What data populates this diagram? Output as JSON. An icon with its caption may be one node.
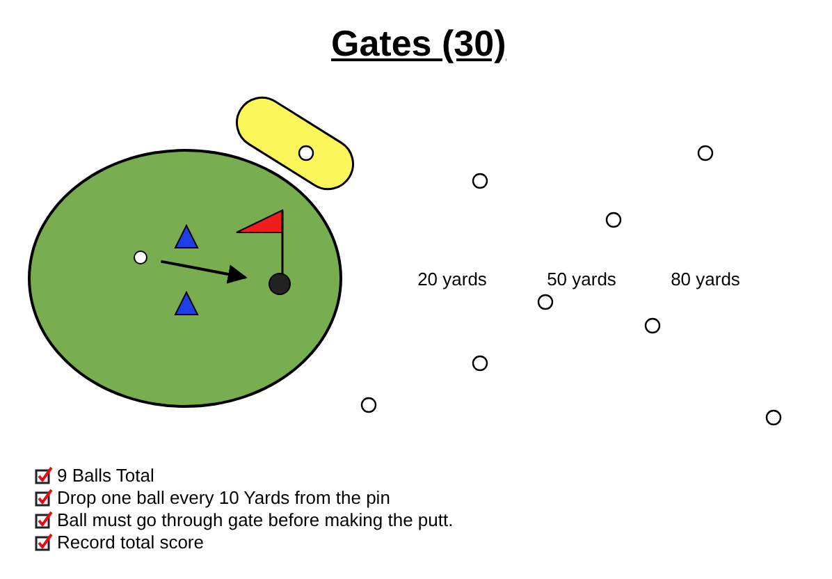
{
  "diagram": {
    "title": "Gates (30)",
    "nodes": [
      {
        "text": [],
        "shape": "circle"
      },
      {
        "text": [],
        "shape": "circle",
        "in": 0
      },
      {
        "text": [],
        "shape": "circle",
        "in": 0
      }
    ],
    "edges": [
      {
        "from": 1,
        "to": 2,
        "arrow": "to"
      }
    ],
    "labels": [
      "20 yards",
      "50 yards",
      "80 yards",
      "9 Balls Total",
      "Drop one ball every 10 Yards from the pin",
      "Ball must go through gate before making the putt.",
      "Record total score"
    ]
  }
}
